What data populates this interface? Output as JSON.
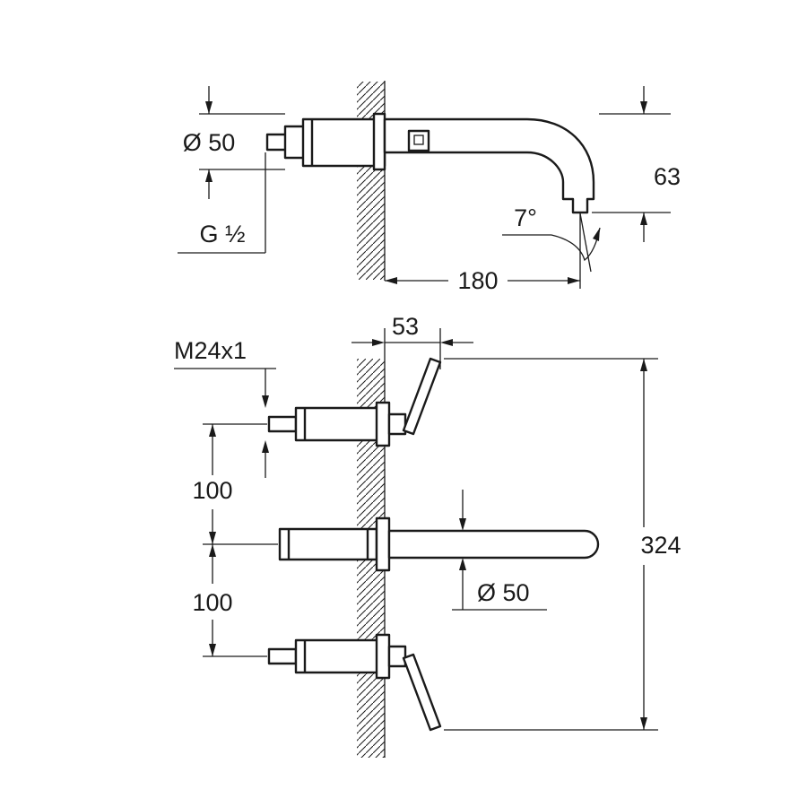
{
  "side_view": {
    "diameter_label": "Ø 50",
    "thread_label": "G ½",
    "spout_height_label": "63",
    "spout_angle_label": "7°",
    "projection_label": "180"
  },
  "front_view": {
    "thread_label": "M24x1",
    "handle_offset_label": "53",
    "spacing_upper_label": "100",
    "spacing_lower_label": "100",
    "diameter_label": "Ø 50",
    "overall_height_label": "324"
  }
}
